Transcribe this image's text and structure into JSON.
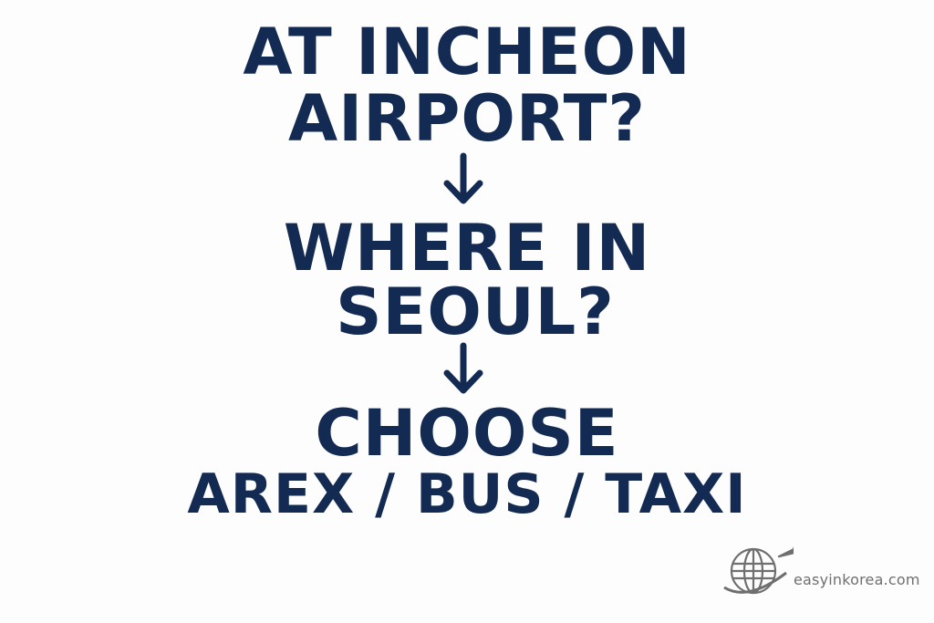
{
  "headline": {
    "line1": "AT INCHEON",
    "line2": "AIRPORT?",
    "line3": "WHERE IN",
    "line4": "SEOUL?",
    "line5": "CHOOSE",
    "line6": "AREX / BUS / TAXI"
  },
  "icons": {
    "arrow": "down-arrow-icon",
    "globe": "globe-icon",
    "plane": "airplane-icon"
  },
  "logo": {
    "text": "easyinkorea.com"
  },
  "colors": {
    "text": "#132a52",
    "background": "#fdfdfd",
    "logo": "#6f6f6f"
  }
}
